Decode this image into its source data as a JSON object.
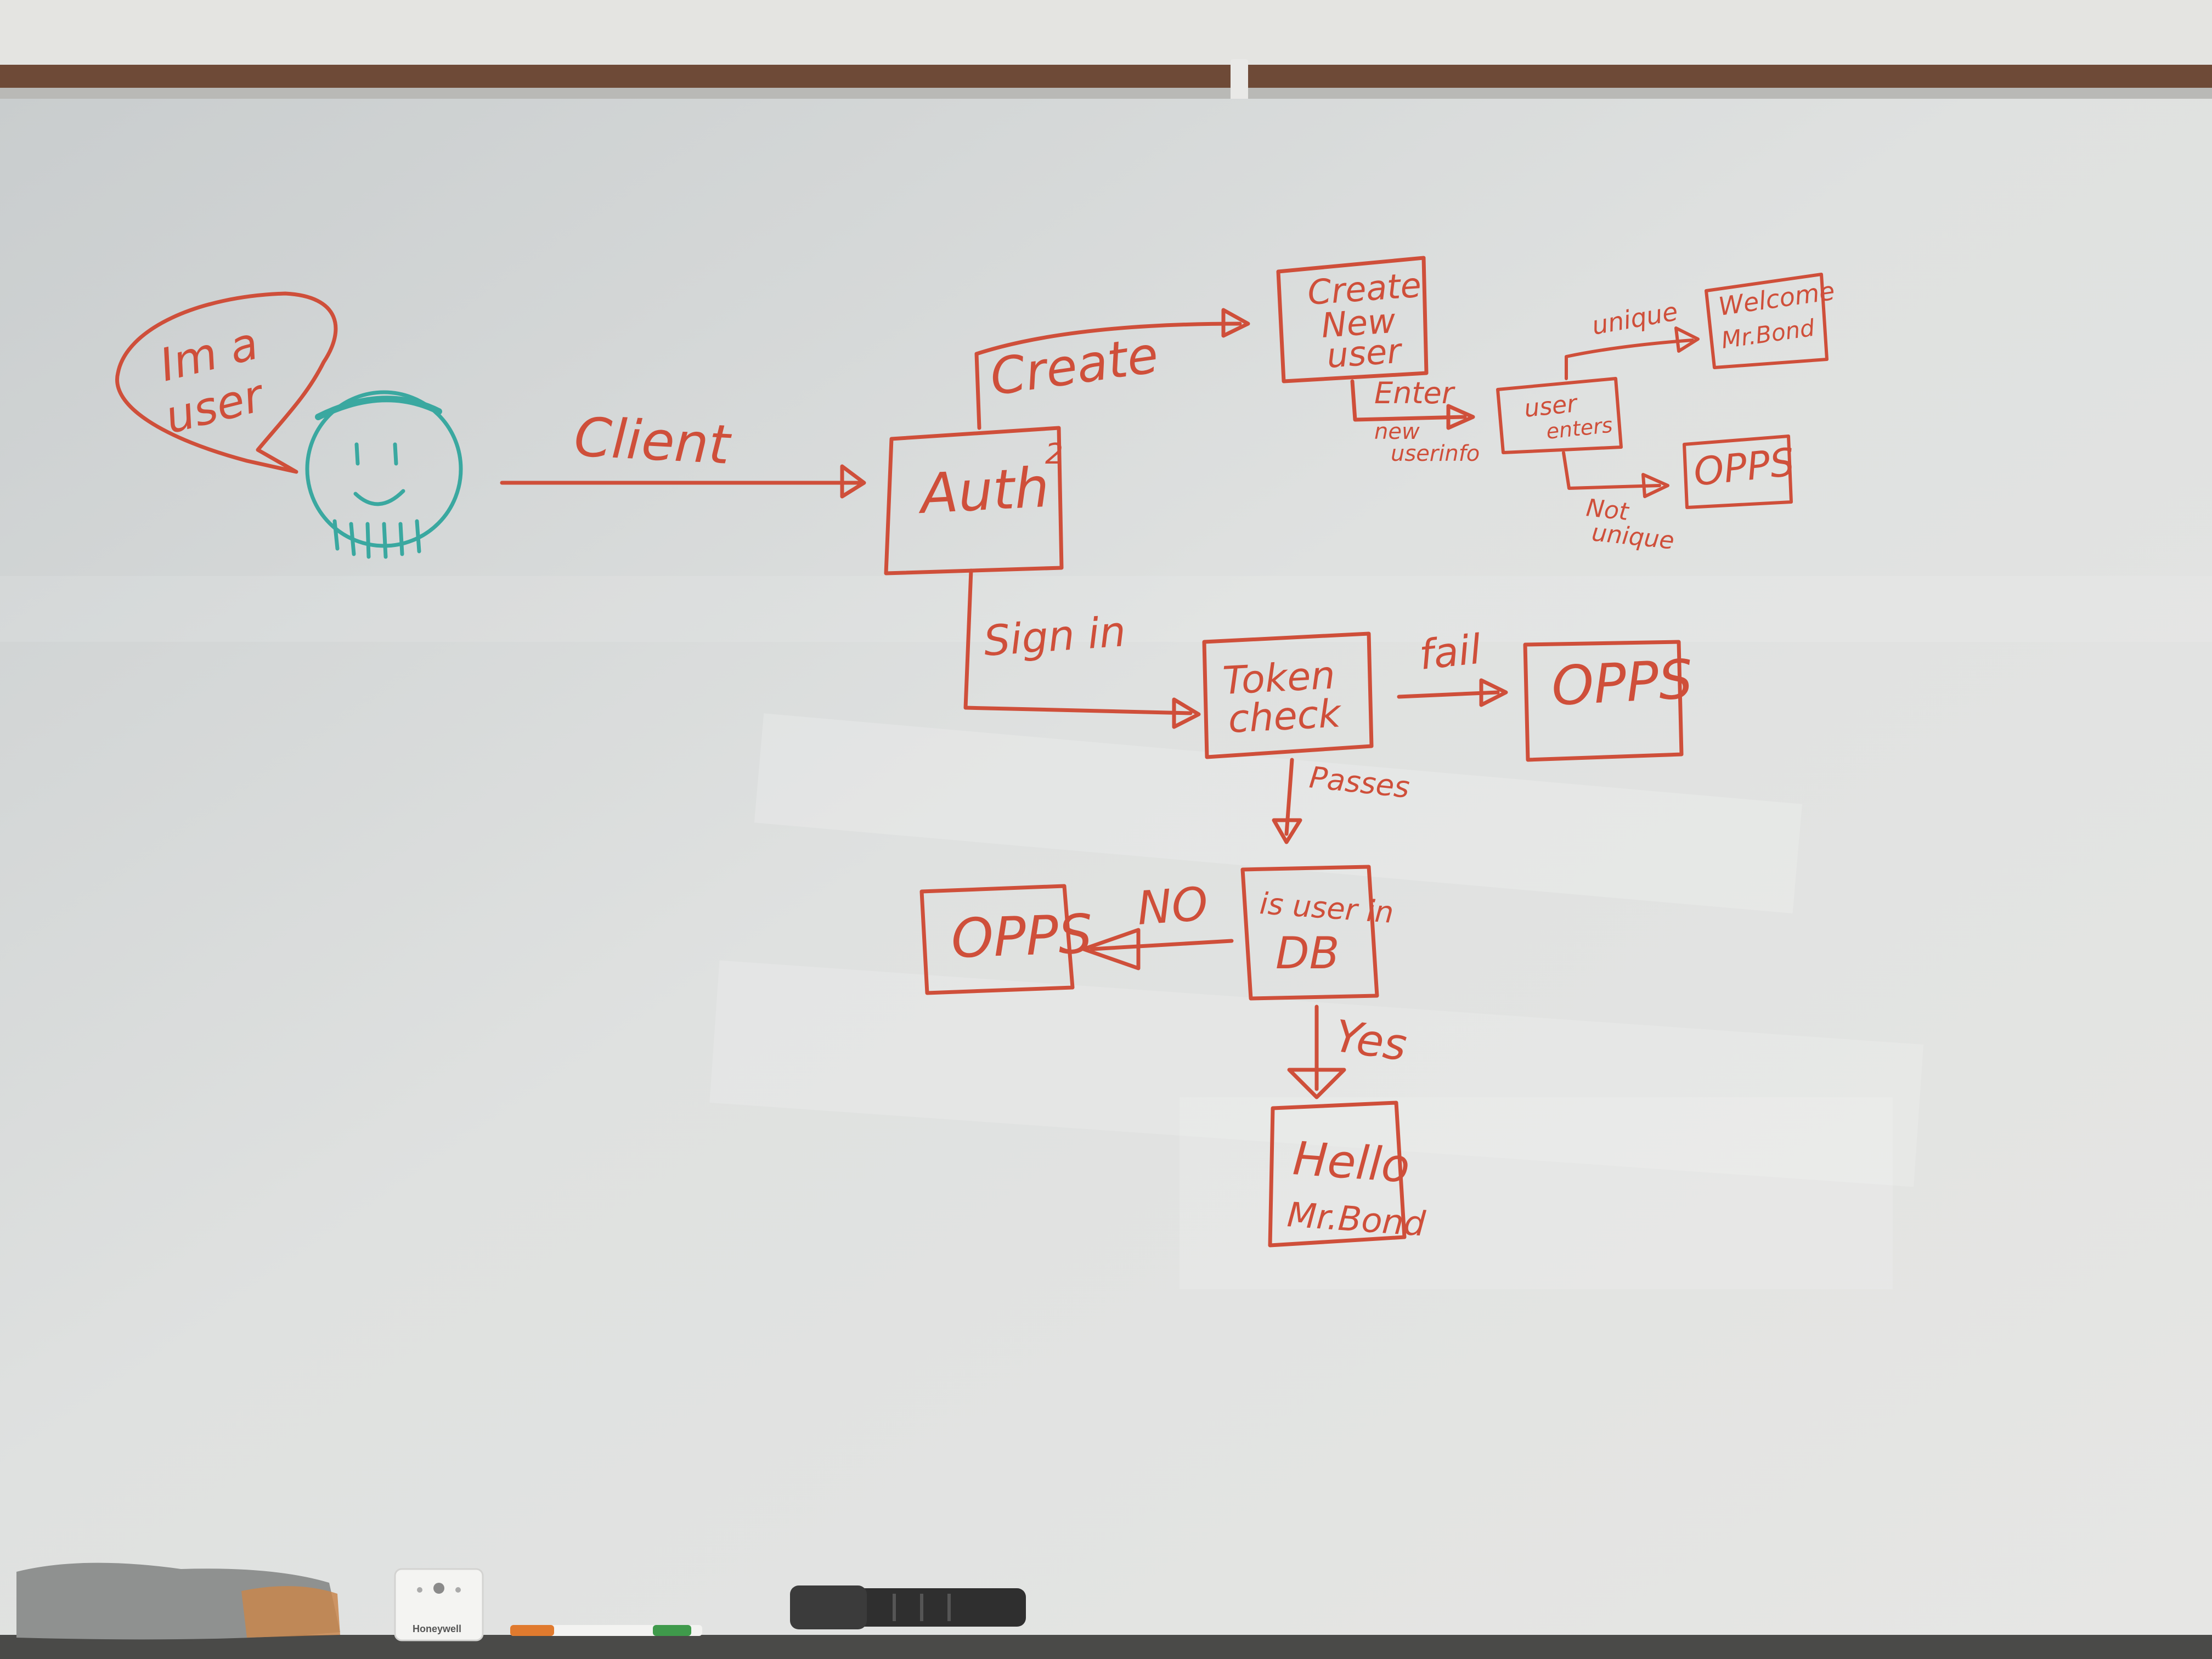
{
  "colors": {
    "ink": "#cf4f3a",
    "face_ink": "#3aa8a0",
    "board": "#dcdedd",
    "frame": "#6e4a37",
    "tray": "#4a4a48"
  },
  "diagram": {
    "speech_bubble": {
      "line1": "Im a",
      "line2": "user"
    },
    "edges": {
      "client": "Client",
      "create": "Create",
      "sign_in": "Sign in",
      "enter_line1": "Enter",
      "enter_line2": "new",
      "enter_line3": "userinfo",
      "unique": "unique",
      "not_unique_line1": "Not",
      "not_unique_line2": "unique",
      "fail": "fail",
      "passes": "Passes",
      "no": "NO",
      "yes": "Yes"
    },
    "nodes": {
      "auth": "Auth",
      "auth_superscript": "2",
      "create_user_line1": "Create",
      "create_user_line2": "New",
      "create_user_line3": "user",
      "user_enters_line1": "user",
      "user_enters_line2": "enters",
      "welcome_line1": "Welcome",
      "welcome_line2": "Mr.Bond",
      "opps_small": "OPPS",
      "token_check_line1": "Token",
      "token_check_line2": "check",
      "opps_fail": "OPPS",
      "is_user_in_db_line1": "is user in",
      "is_user_in_db_line2": "DB",
      "opps_no": "OPPS",
      "hello_line1": "Hello",
      "hello_line2": "Mr.Bond"
    }
  },
  "tray_items": {
    "device_brand": "Honeywell"
  }
}
